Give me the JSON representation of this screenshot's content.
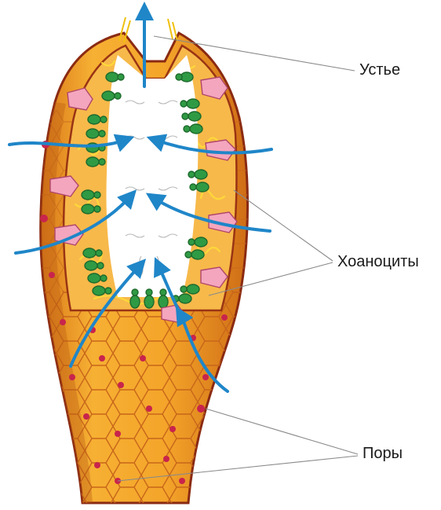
{
  "labels": {
    "ostium": "Устье",
    "choanocytes": "Хоаноциты",
    "pores": "Поры"
  },
  "colors": {
    "body_fill": "#f2a326",
    "body_dark": "#c96a12",
    "body_outline": "#8a2a12",
    "cavity": "#ffffff",
    "cell_outline": "#c25a10",
    "pore": "#c8244c",
    "choanocyte": "#2f9a44",
    "choanocyte_dark": "#1d6a2c",
    "pinacocyte": "#f4a6be",
    "flow_arrow": "#1f86c8",
    "leader_line": "#8a8a8a"
  }
}
